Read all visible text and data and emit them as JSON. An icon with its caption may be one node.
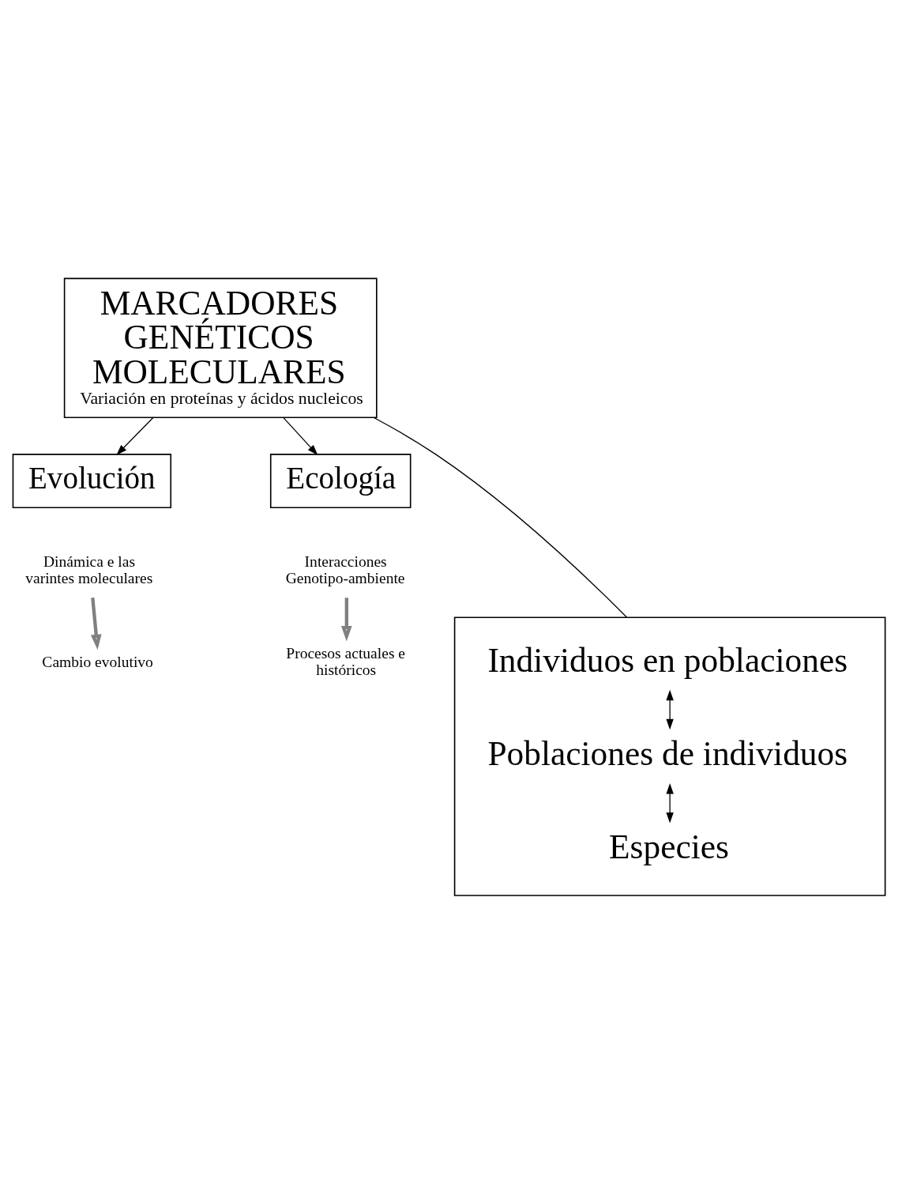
{
  "diagram": {
    "nodes": [
      {
        "text": [
          "MARCADORES GENÉTICOS MOLECULARES",
          "Variación en proteínas y ácidos nucleicos"
        ]
      },
      {
        "text": [
          "Evolución"
        ]
      },
      {
        "text": [
          "Ecología"
        ]
      },
      {
        "text": [],
        "shape": "box"
      },
      {
        "text": [
          "Individuos en poblaciones"
        ],
        "in": 3
      },
      {
        "text": [
          "Poblaciones de individuos"
        ],
        "in": 3
      },
      {
        "text": [
          "Especies"
        ],
        "in": 3
      },
      {
        "text": [
          "Dinámica e las varintes moleculares"
        ]
      },
      {
        "text": [
          "Cambio evolutivo"
        ]
      },
      {
        "text": [
          "Interacciones Genotipo-ambiente"
        ]
      },
      {
        "text": [
          "Procesos actuales e históricos"
        ]
      }
    ],
    "edges": [
      {
        "from": 0,
        "to": 1,
        "arrow": "to"
      },
      {
        "from": 0,
        "to": 2,
        "arrow": "to"
      },
      {
        "from": 0,
        "to": 3,
        "arrow": "none"
      },
      {
        "from": 4,
        "to": 5,
        "arrow": "both"
      },
      {
        "from": 5,
        "to": 6,
        "arrow": "both"
      },
      {
        "from": 7,
        "to": 8,
        "arrow": "to",
        "style": "thick",
        "color": "#808080"
      },
      {
        "from": 9,
        "to": 10,
        "arrow": "to",
        "style": "thick",
        "color": "#808080"
      }
    ]
  }
}
